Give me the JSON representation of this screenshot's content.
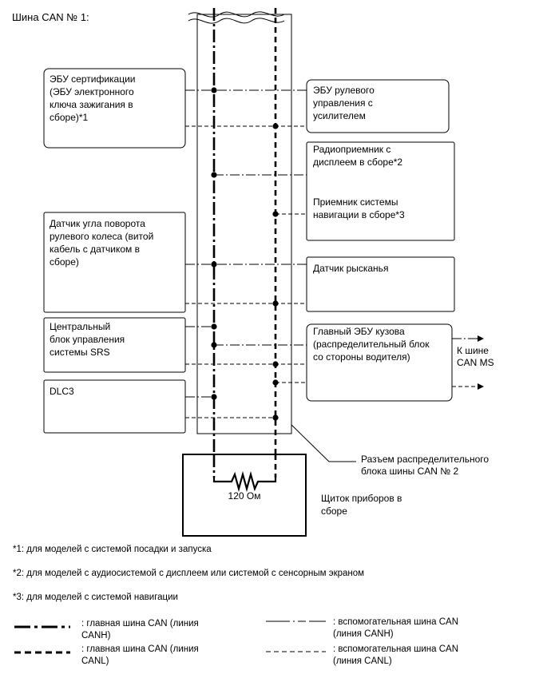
{
  "title": "Шина CAN № 1:",
  "ecus": {
    "left": [
      {
        "id": "cert",
        "lines": [
          "ЭБУ сертификации",
          "(ЭБУ электронного",
          "ключа зажигания в",
          "сборе)*1"
        ]
      },
      {
        "id": "steer_sensor",
        "lines": [
          "Датчик угла поворота",
          "рулевого колеса (витой",
          "кабель с датчиком в",
          "сборе)"
        ]
      },
      {
        "id": "srs",
        "lines": [
          "Центральный",
          "блок управления",
          "системы SRS"
        ]
      },
      {
        "id": "dlc3",
        "lines": [
          "DLC3"
        ]
      }
    ],
    "right": [
      {
        "id": "eps",
        "lines": [
          "ЭБУ рулевого",
          "управления с",
          "усилителем"
        ]
      },
      {
        "id": "radio",
        "lines": [
          "Радиоприемник с",
          "дисплеем в сборе*2"
        ]
      },
      {
        "id": "nav",
        "lines": [
          "Приемник системы",
          "навигации в сборе*3"
        ]
      },
      {
        "id": "yaw",
        "lines": [
          "Датчик рысканья"
        ]
      },
      {
        "id": "body",
        "lines": [
          "Главный ЭБУ кузова",
          "(распределительный блок",
          "со стороны водителя)"
        ]
      }
    ]
  },
  "to_ms_bus": [
    "К шине",
    "CAN MS"
  ],
  "junction_label": [
    "Разъем распределительного",
    "блока шины CAN № 2"
  ],
  "resistor_label": "120 Ом",
  "combination_meter": [
    "Щиток приборов в",
    "сборе"
  ],
  "footnotes": [
    "*1: для моделей с системой посадки и запуска",
    "*2: для моделей с аудиосистемой с дисплеем или системой с сенсорным экраном",
    "*3: для моделей с системой навигации"
  ],
  "legend": [
    {
      "style": "main-canh",
      "lines": [
        ": главная шина CAN (линия",
        "CANH)"
      ]
    },
    {
      "style": "main-canl",
      "lines": [
        ": главная шина CAN (линия",
        "CANL)"
      ]
    },
    {
      "style": "sub-canh",
      "lines": [
        ": вспомогательная шина CAN",
        "(линия CANH)"
      ]
    },
    {
      "style": "sub-canl",
      "lines": [
        ": вспомогательная шина CAN",
        "(линия CANL)"
      ]
    }
  ]
}
